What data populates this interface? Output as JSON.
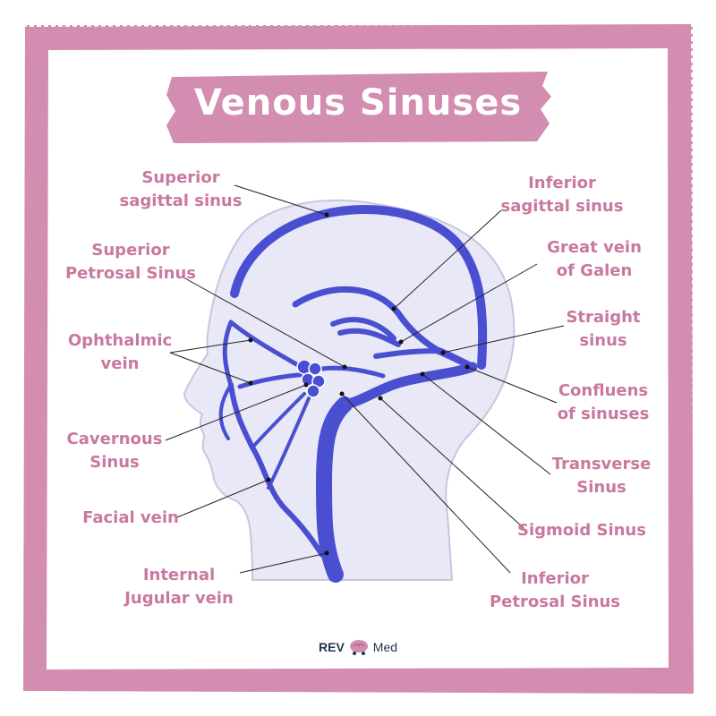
{
  "title": "Venous Sinuses",
  "labels": {
    "superior_sagittal": [
      "Superior",
      "sagittal sinus"
    ],
    "superior_petrosal": [
      "Superior",
      "Petrosal Sinus"
    ],
    "ophthalmic": [
      "Ophthalmic",
      "vein"
    ],
    "cavernous": [
      "Cavernous",
      "Sinus"
    ],
    "facial": [
      "Facial vein"
    ],
    "internal_jugular": [
      "Internal",
      "Jugular vein"
    ],
    "inferior_sagittal": [
      "Inferior",
      "sagittal sinus"
    ],
    "great_vein": [
      "Great vein",
      "of Galen"
    ],
    "straight": [
      "Straight",
      "sinus"
    ],
    "confluens": [
      "Confluens",
      "of sinuses"
    ],
    "transverse": [
      "Transverse",
      "Sinus"
    ],
    "sigmoid": [
      "Sigmoid Sinus"
    ],
    "inferior_petrosal": [
      "Inferior",
      "Petrosal Sinus"
    ]
  },
  "logo": {
    "left": "REV",
    "right": "Med"
  },
  "colors": {
    "frame": "#d28db0",
    "label_text": "#c978a0",
    "vein": "#4a4fd1",
    "head_fill": "#e8e8f6",
    "head_outline": "#c6c6e0"
  }
}
